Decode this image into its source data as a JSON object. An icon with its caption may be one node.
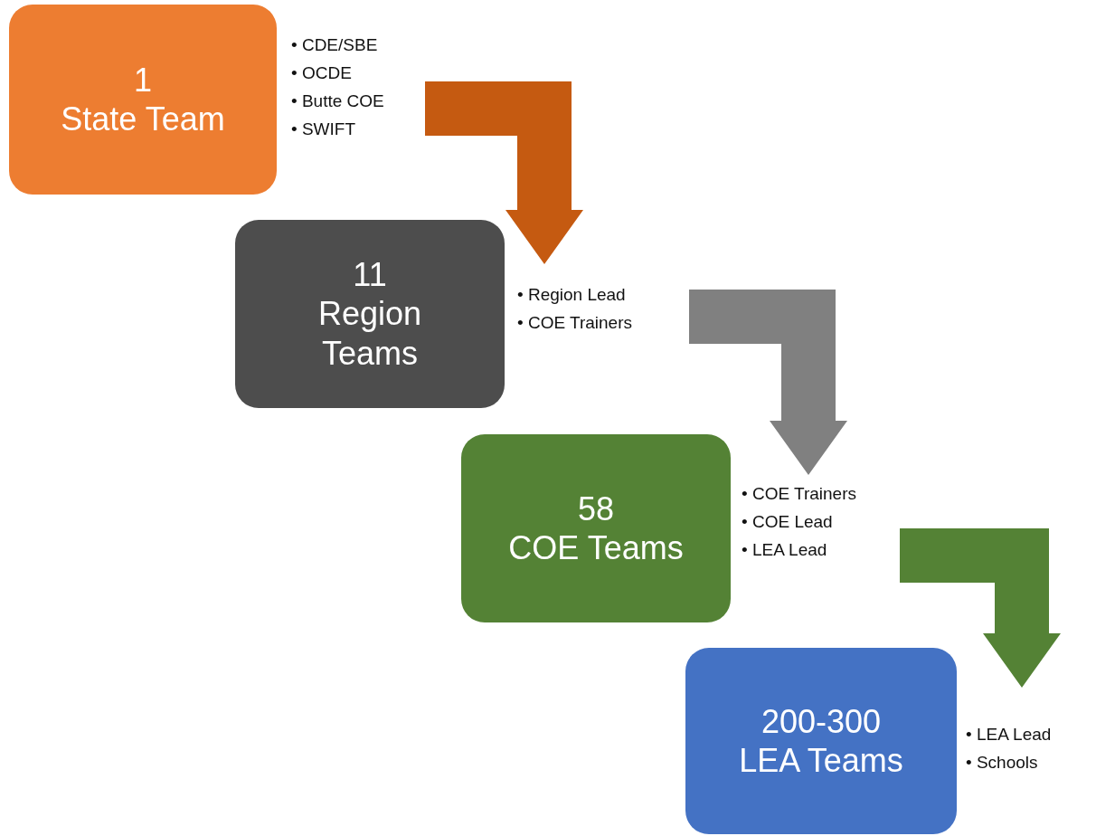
{
  "diagram": {
    "nodes": [
      {
        "text": [
          "1",
          "State Team"
        ],
        "beside": [
          "• CDE/SBE",
          "• OCDE",
          "• Butte COE",
          "• SWIFT"
        ]
      },
      {
        "text": [
          "11",
          "Region Teams"
        ],
        "beside": [
          "• Region Lead",
          "• COE Trainers"
        ]
      },
      {
        "text": [
          "58",
          "COE Teams"
        ],
        "beside": [
          "• COE Trainers",
          "• COE Lead",
          "• LEA Lead"
        ]
      },
      {
        "text": [
          "200-300",
          "LEA Teams"
        ],
        "beside": [
          "• LEA Lead",
          "• Schools"
        ]
      }
    ],
    "edges": [
      {
        "from": 0,
        "to": 1,
        "arrow": "to",
        "style": "thick",
        "color": "#c55a11"
      },
      {
        "from": 1,
        "to": 2,
        "arrow": "to",
        "style": "thick",
        "color": "#808080"
      },
      {
        "from": 2,
        "to": 3,
        "arrow": "to",
        "style": "thick",
        "color": "#548235"
      }
    ]
  }
}
